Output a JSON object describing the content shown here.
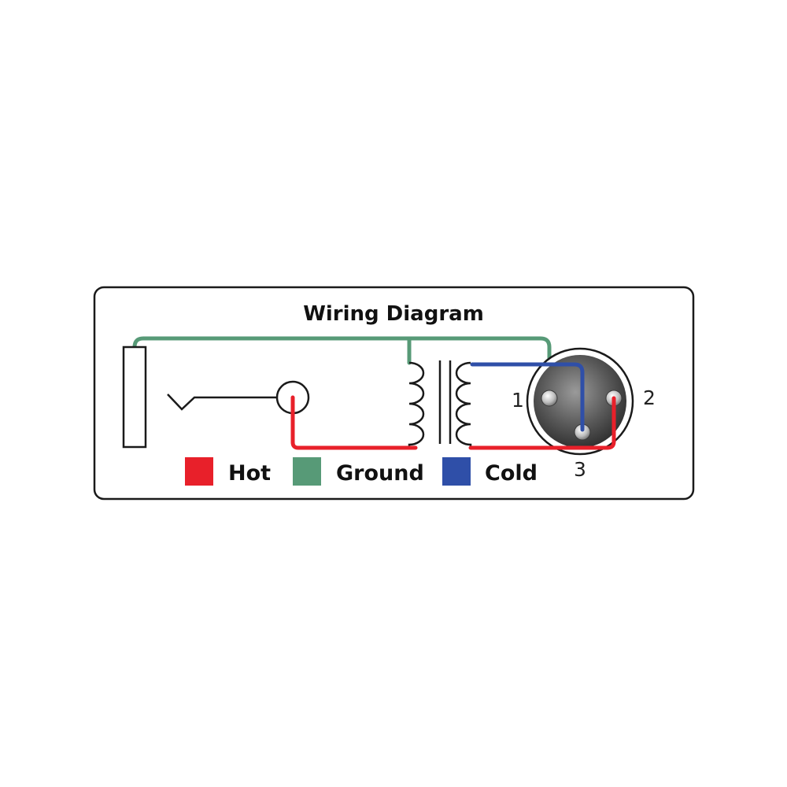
{
  "title": "Wiring Diagram",
  "colors": {
    "hot": "#e8202a",
    "ground": "#579a77",
    "cold": "#2f4fa8",
    "outline": "#1a1a1a"
  },
  "legend": [
    {
      "label": "Hot",
      "color": "#e8202a"
    },
    {
      "label": "Ground",
      "color": "#579a77"
    },
    {
      "label": "Cold",
      "color": "#2f4fa8"
    }
  ],
  "pins": {
    "pin1": "1",
    "pin2": "2",
    "pin3": "3"
  }
}
